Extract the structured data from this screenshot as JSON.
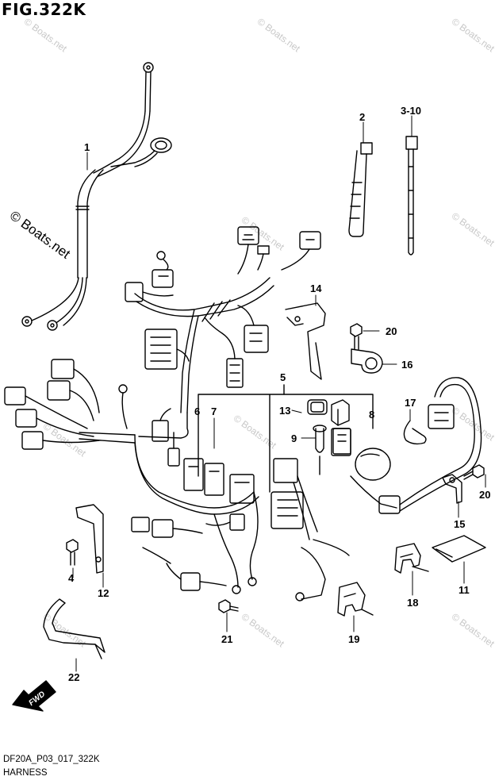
{
  "figure": {
    "title": "FIG.322K",
    "code": "DF20A_P03_017_322K",
    "name": "HARNESS",
    "copyright": "© Boats.net",
    "watermark": "© Boats.net"
  },
  "part_numbers": {
    "p1": "1",
    "p2": "2",
    "p3": "3-10",
    "p4": "4",
    "p5": "5",
    "p6": "6",
    "p7": "7",
    "p8": "8",
    "p9": "9",
    "p11": "11",
    "p12": "12",
    "p13": "13",
    "p14": "14",
    "p15": "15",
    "p16": "16",
    "p17": "17",
    "p18": "18",
    "p19": "19",
    "p20a": "20",
    "p20b": "20",
    "p21": "21",
    "p22": "22"
  },
  "fwd_label": "FWD"
}
